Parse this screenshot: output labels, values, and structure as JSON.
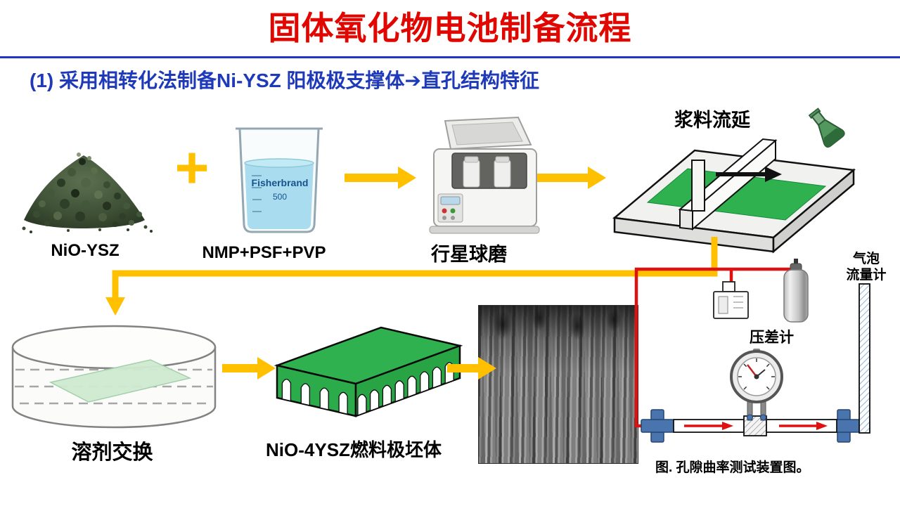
{
  "slide": {
    "title": "固体氧化物电池制备流程",
    "subtitle": "(1) 采用相转化法制备Ni-YSZ 阳极极支撑体➔直孔结构特征"
  },
  "flow": {
    "plus_sign": "+",
    "powder_label": "NiO-YSZ",
    "solution_label": "NMP+PSF+PVP",
    "beaker_brand": "Fisherbrand",
    "beaker_volume_mark": "500",
    "mill_label": "行星球磨",
    "casting_label": "浆料流延",
    "solvent_exchange_label": "溶剂交换",
    "green_body_label": "NiO-4YSZ燃料极坯体"
  },
  "apparatus": {
    "flowmeter_label_line1": "气泡",
    "flowmeter_label_line2": "流量计",
    "gauge_label": "压差计",
    "caption": "图. 孔隙曲率测试装置图。"
  },
  "colors": {
    "title_red": "#e10600",
    "divider_blue": "#2433c8",
    "subtitle_blue": "#1e3ab8",
    "arrow_yellow": "#ffc000",
    "tubing_red": "#e01010",
    "slab_green": "#2fb14f",
    "fitting_blue": "#4a74ad"
  }
}
